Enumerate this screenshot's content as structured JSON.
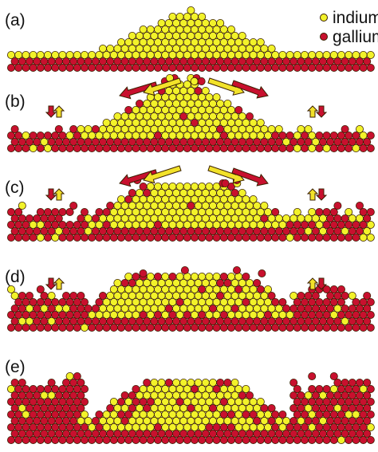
{
  "legend": {
    "items": [
      {
        "label": "indium",
        "color": "#f2f22a"
      },
      {
        "label": "gallium",
        "color": "#c8102e"
      }
    ]
  },
  "colors": {
    "indium": "#f2f22a",
    "gallium": "#c8102e",
    "atom_outline": "#3a1f00",
    "gray_atom": "#a8a8a8",
    "arrow_red": "#c8102e",
    "arrow_yellow": "#f2e22a"
  },
  "panels": [
    {
      "label": "(a)"
    },
    {
      "label": "(b)"
    },
    {
      "label": "(c)"
    },
    {
      "label": "(d)"
    },
    {
      "label": "(e)"
    }
  ]
}
